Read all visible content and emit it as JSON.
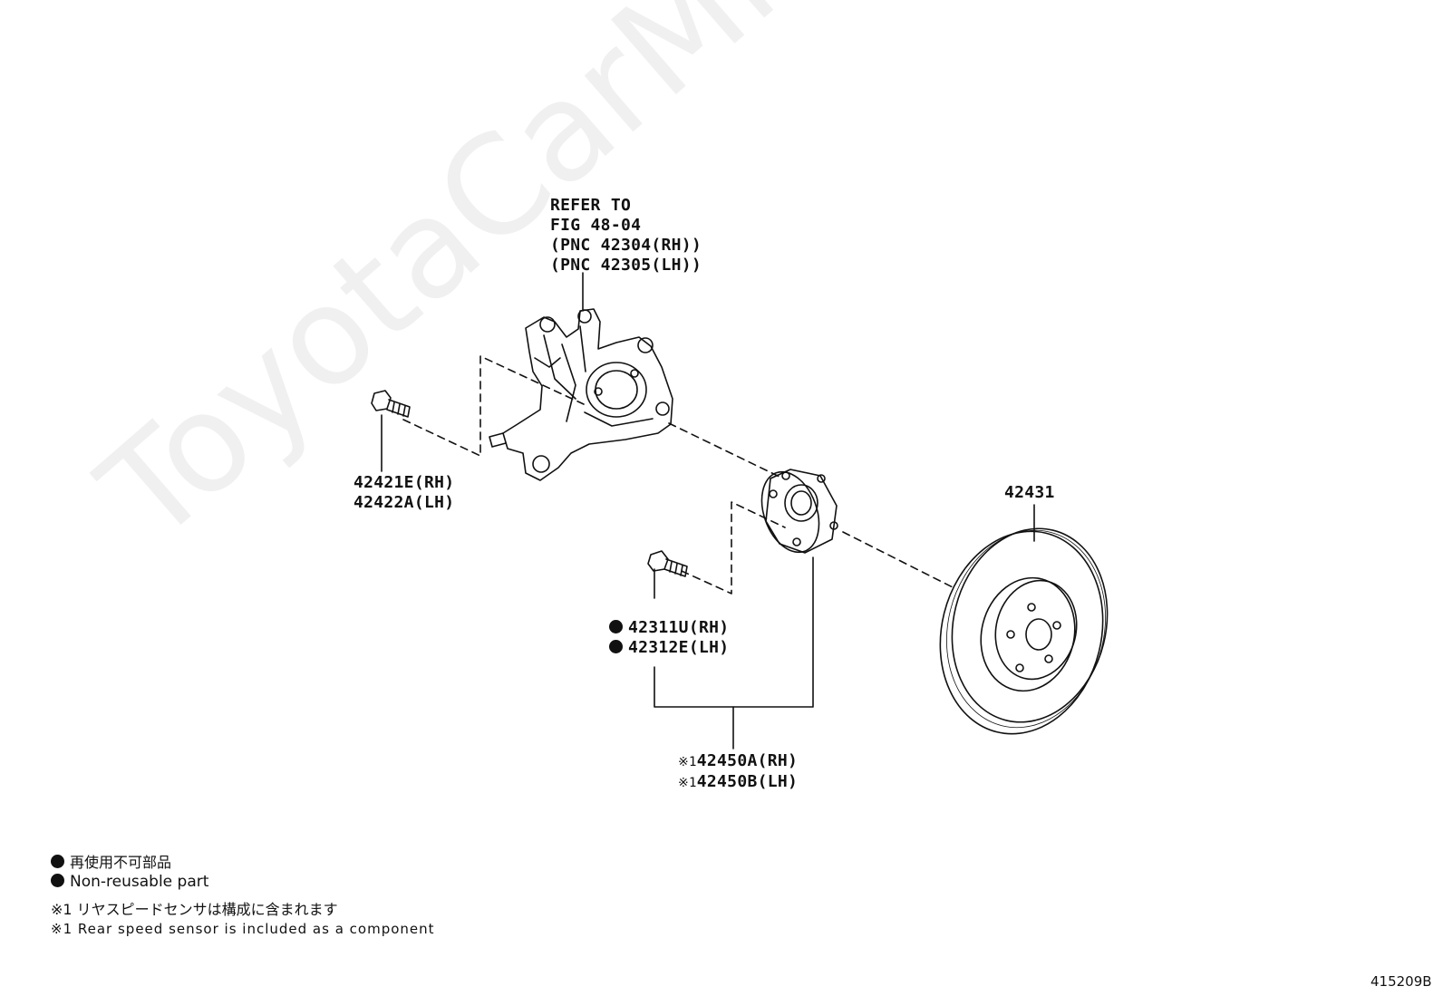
{
  "watermark": "ToyotaCarMine.ru",
  "refer_block": [
    "REFER TO",
    "FIG 48-04",
    "(PNC 42304(RH))",
    "(PNC 42305(LH))"
  ],
  "parts": {
    "bolt": [
      "42421E(RH)",
      "42422A(LH)"
    ],
    "disc": "42431",
    "hub_bolt": [
      "42311U(RH)",
      "42312E(LH)"
    ],
    "hub_mark": "※1",
    "hub": [
      "42450A(RH)",
      "42450B(LH)"
    ]
  },
  "legend": {
    "nonreusable_jp": "再使用不可部品",
    "nonreusable_en": "Non-reusable part",
    "sensor_jp": "※1 リヤスピードセンサは構成に含まれます",
    "sensor_en": "※1 Rear speed sensor is included  as a component"
  },
  "figure_id": "415209B"
}
